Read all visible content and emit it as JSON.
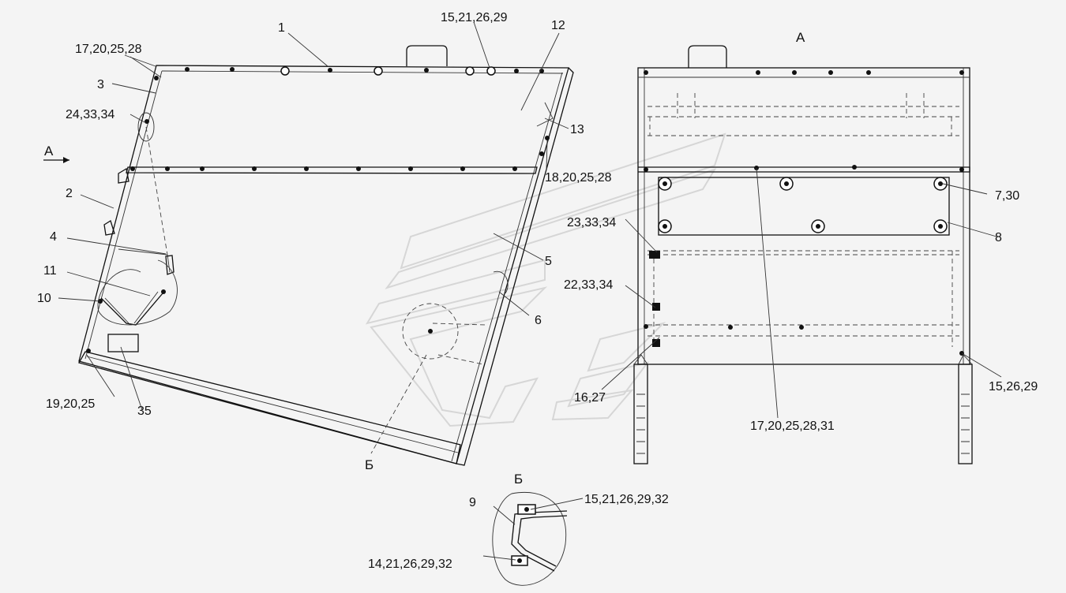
{
  "drawing": {
    "view_a_title": "А",
    "view_b_title": "Б",
    "section_b_mark": "Б",
    "arrow_a_label": "А"
  },
  "callouts": {
    "c1": "1",
    "c2": "2",
    "c3": "3",
    "c4": "4",
    "c5": "5",
    "c6": "6",
    "c8": "8",
    "c9": "9",
    "c10": "10",
    "c11": "11",
    "c12": "12",
    "c13": "13",
    "c35": "35",
    "c_17_20_25_28": "17,20,25,28",
    "c_24_33_34": "24,33,34",
    "c_15_21_26_29": "15,21,26,29",
    "c_18_20_25_28": "18,20,25,28",
    "c_19_20_25": "19,20,25",
    "c_7_30": "7,30",
    "c_23_33_34": "23,33,34",
    "c_22_33_34": "22,33,34",
    "c_16_27": "16,27",
    "c_15_26_29": "15,26,29",
    "c_17_20_25_28_31": "17,20,25,28,31",
    "c_15_21_26_29_32": "15,21,26,29,32",
    "c_14_21_26_29_32": "14,21,26,29,32"
  }
}
